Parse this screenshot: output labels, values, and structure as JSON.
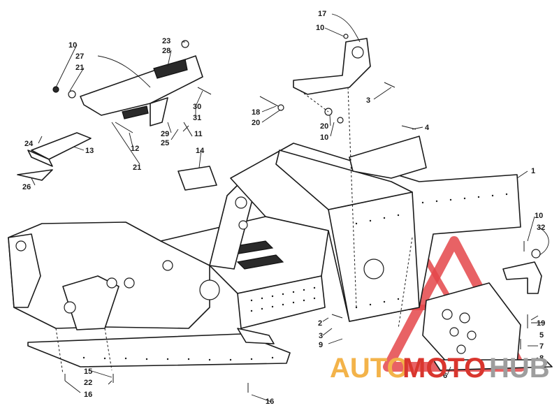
{
  "diagram": {
    "callouts": [
      {
        "id": "c1",
        "label": "1"
      },
      {
        "id": "c2",
        "label": "2"
      },
      {
        "id": "c3a",
        "label": "3"
      },
      {
        "id": "c3b",
        "label": "3"
      },
      {
        "id": "c4",
        "label": "4"
      },
      {
        "id": "c5",
        "label": "5"
      },
      {
        "id": "c6",
        "label": "6"
      },
      {
        "id": "c7",
        "label": "7"
      },
      {
        "id": "c8",
        "label": "8"
      },
      {
        "id": "c9",
        "label": "9"
      },
      {
        "id": "c10a",
        "label": "10"
      },
      {
        "id": "c10b",
        "label": "10"
      },
      {
        "id": "c10c",
        "label": "10"
      },
      {
        "id": "c10d",
        "label": "10"
      },
      {
        "id": "c11",
        "label": "11"
      },
      {
        "id": "c12",
        "label": "12"
      },
      {
        "id": "c13",
        "label": "13"
      },
      {
        "id": "c14",
        "label": "14"
      },
      {
        "id": "c15",
        "label": "15"
      },
      {
        "id": "c16a",
        "label": "16"
      },
      {
        "id": "c16b",
        "label": "16"
      },
      {
        "id": "c17",
        "label": "17"
      },
      {
        "id": "c18",
        "label": "18"
      },
      {
        "id": "c19",
        "label": "19"
      },
      {
        "id": "c20a",
        "label": "20"
      },
      {
        "id": "c20b",
        "label": "20"
      },
      {
        "id": "c21a",
        "label": "21"
      },
      {
        "id": "c21b",
        "label": "21"
      },
      {
        "id": "c22",
        "label": "22"
      },
      {
        "id": "c23",
        "label": "23"
      },
      {
        "id": "c24",
        "label": "24"
      },
      {
        "id": "c25",
        "label": "25"
      },
      {
        "id": "c26",
        "label": "26"
      },
      {
        "id": "c27",
        "label": "27"
      },
      {
        "id": "c28",
        "label": "28"
      },
      {
        "id": "c29",
        "label": "29"
      },
      {
        "id": "c30",
        "label": "30"
      },
      {
        "id": "c31",
        "label": "31"
      },
      {
        "id": "c32",
        "label": "32"
      }
    ]
  },
  "watermark": {
    "part1": "AUTO",
    "part2": "MOTO",
    "part3": "HUB",
    "colors": {
      "auto": "#f3b34a",
      "moto": "#d9362e",
      "hub": "#9e9e9e",
      "triangle": "#e4474a"
    }
  }
}
